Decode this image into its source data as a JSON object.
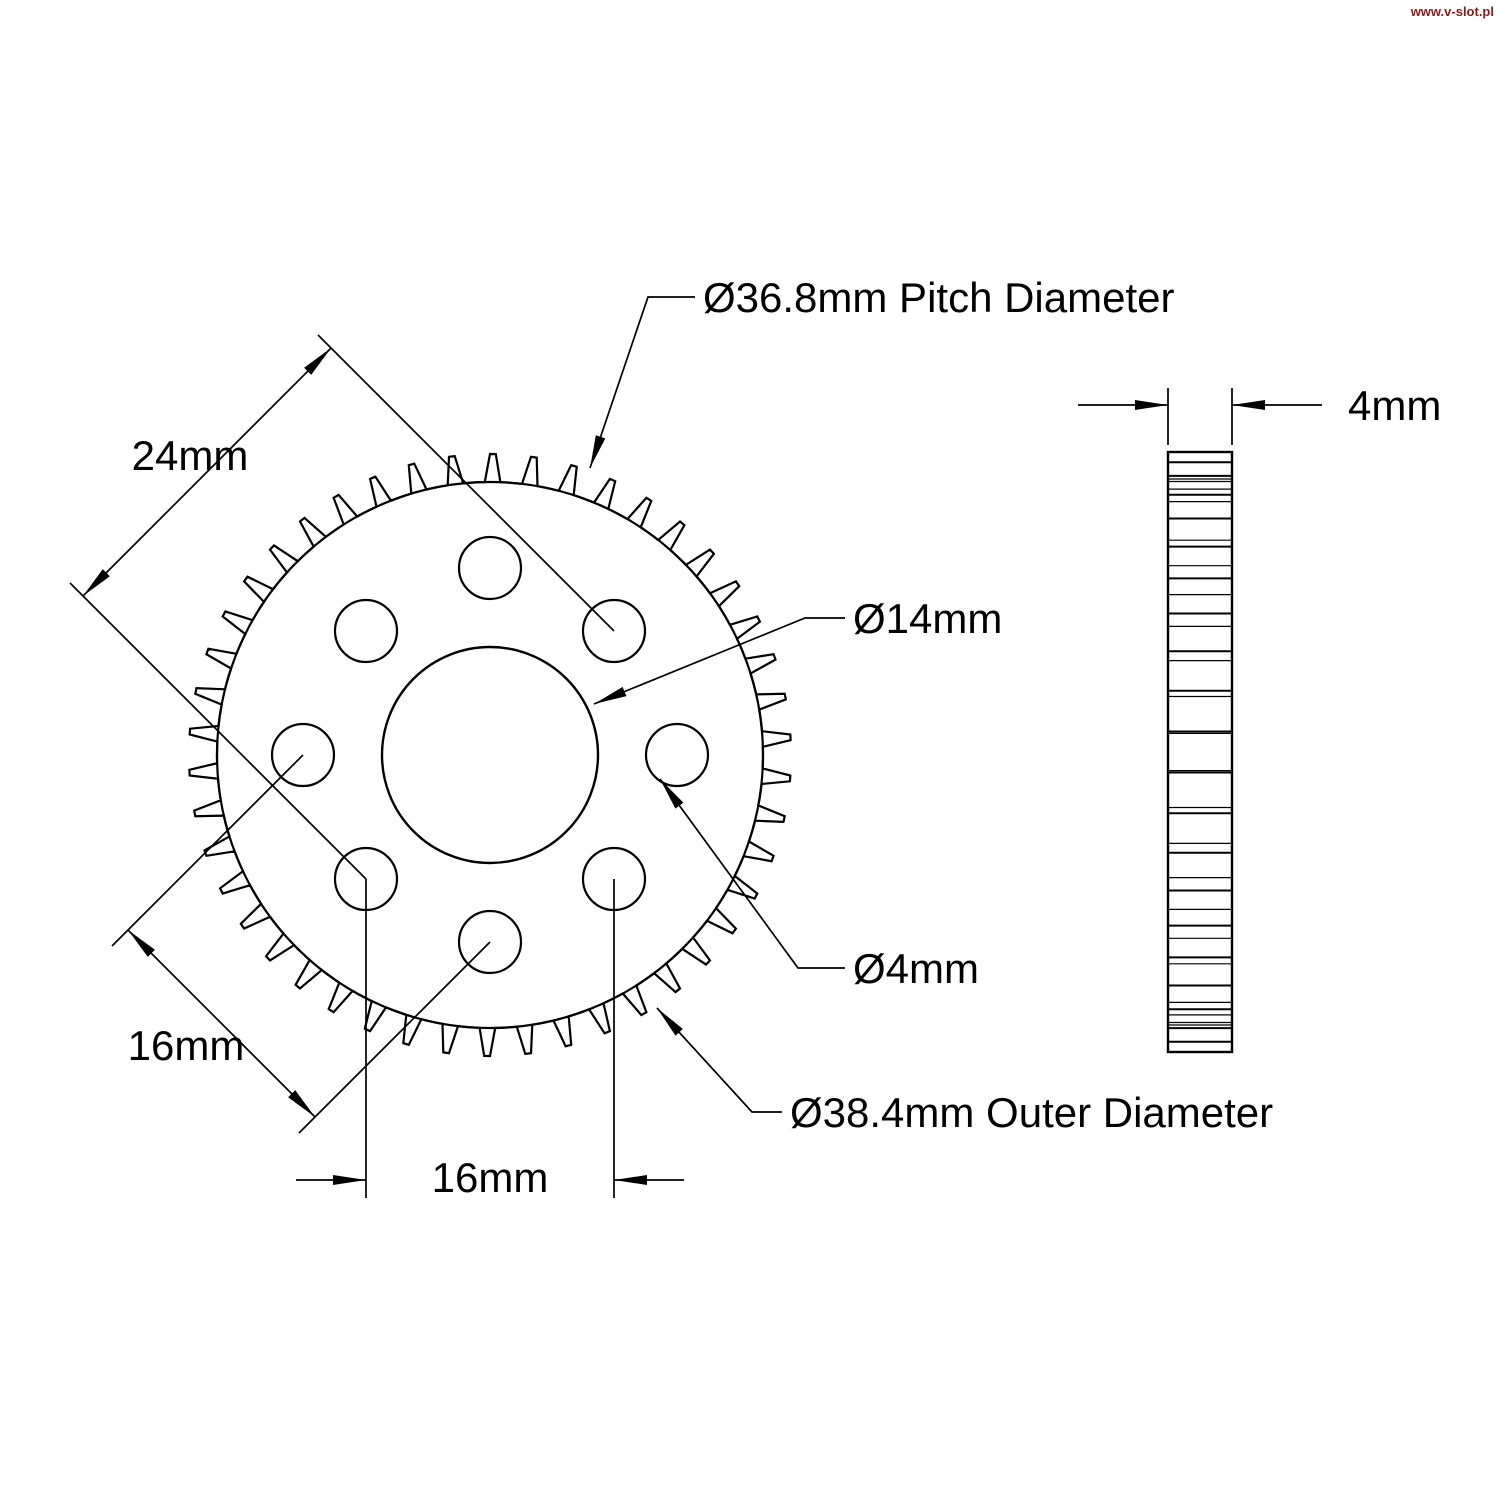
{
  "watermark": "www.v-slot.pl",
  "colors": {
    "line": "#000000",
    "watermark": "#8B1A1A"
  },
  "front_view": {
    "pitch_diameter_label": "Ø36.8mm Pitch Diameter",
    "bore_label": "Ø14mm",
    "hole_label": "Ø4mm",
    "outer_diameter_label": "Ø38.4mm Outer Diameter",
    "bolt_spacing_diagonal_label": "24mm",
    "hole_spacing_diagonal_label": "16mm",
    "hole_spacing_horizontal_label": "16mm"
  },
  "side_view": {
    "thickness_label": "4mm"
  }
}
